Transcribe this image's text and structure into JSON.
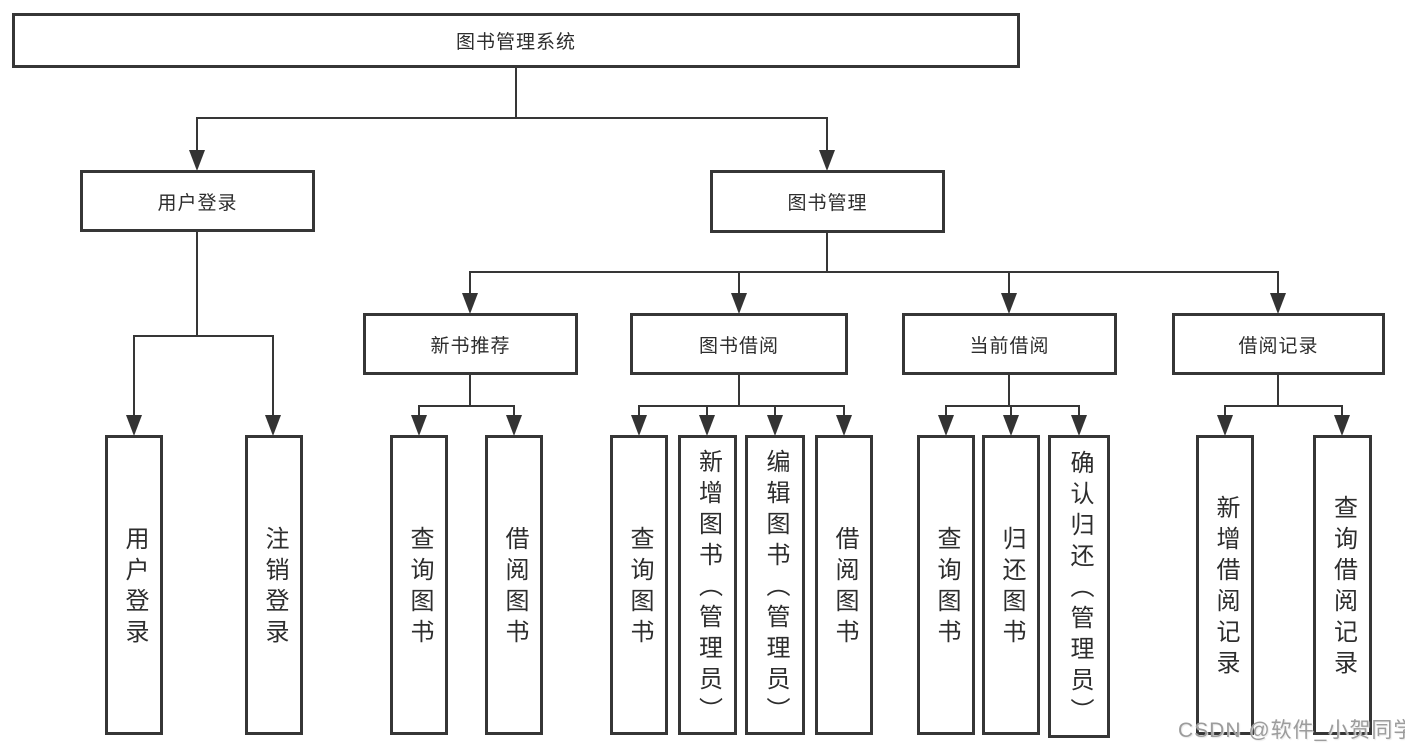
{
  "diagram": {
    "root": {
      "label": "图书管理系统"
    },
    "children": [
      {
        "label": "用户登录",
        "children": [
          {
            "label": "用户登录"
          },
          {
            "label": "注销登录"
          }
        ]
      },
      {
        "label": "图书管理",
        "children": [
          {
            "label": "新书推荐",
            "children": [
              {
                "label": "查询图书"
              },
              {
                "label": "借阅图书"
              }
            ]
          },
          {
            "label": "图书借阅",
            "children": [
              {
                "label": "查询图书"
              },
              {
                "label": "新增图书（管理员）"
              },
              {
                "label": "编辑图书（管理员）"
              },
              {
                "label": "借阅图书"
              }
            ]
          },
          {
            "label": "当前借阅",
            "children": [
              {
                "label": "查询图书"
              },
              {
                "label": "归还图书"
              },
              {
                "label": "确认归还（管理员）"
              }
            ]
          },
          {
            "label": "借阅记录",
            "children": [
              {
                "label": "新增借阅记录"
              },
              {
                "label": "查询借阅记录"
              }
            ]
          }
        ]
      }
    ]
  },
  "colors": {
    "line": "#363636",
    "text": "#2d2d2d",
    "watermark": "#9c9c9c"
  },
  "watermark": "CSDN @软件_小贺同学"
}
